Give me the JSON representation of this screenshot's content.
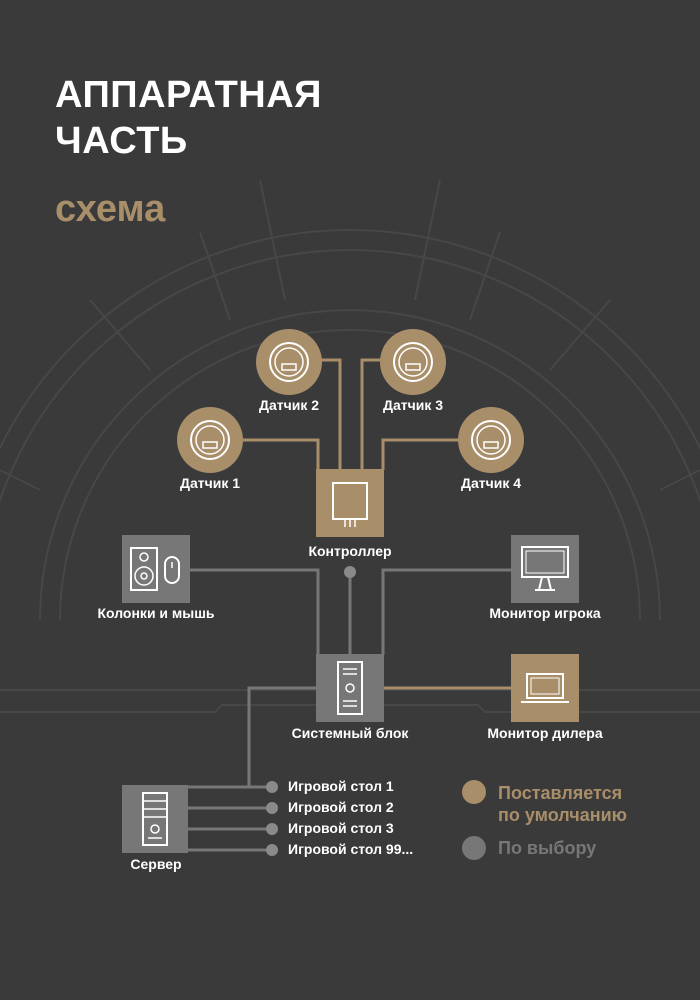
{
  "header": {
    "title_line1": "АППАРАТНАЯ",
    "title_line2": "ЧАСТЬ",
    "subtitle": "схема"
  },
  "colors": {
    "background": "#3a3a3a",
    "default_gold": "#a98e6a",
    "optional_gray": "#777777",
    "text": "#ffffff"
  },
  "nodes": {
    "sensor1": {
      "label": "Датчик 1",
      "icon": "sensor-icon",
      "supply": "default"
    },
    "sensor2": {
      "label": "Датчик 2",
      "icon": "sensor-icon",
      "supply": "default"
    },
    "sensor3": {
      "label": "Датчик 3",
      "icon": "sensor-icon",
      "supply": "default"
    },
    "sensor4": {
      "label": "Датчик 4",
      "icon": "sensor-icon",
      "supply": "default"
    },
    "controller": {
      "label": "Контроллер",
      "icon": "controller-icon",
      "supply": "default"
    },
    "speakers": {
      "label": "Колонки и мышь",
      "icon": "speaker-mouse-icon",
      "supply": "optional"
    },
    "player_monitor": {
      "label": "Монитор игрока",
      "icon": "monitor-icon",
      "supply": "optional"
    },
    "system_unit": {
      "label": "Системный блок",
      "icon": "pc-tower-icon",
      "supply": "optional"
    },
    "dealer_monitor": {
      "label": "Монитор дилера",
      "icon": "laptop-monitor-icon",
      "supply": "default"
    },
    "server": {
      "label": "Сервер",
      "icon": "server-icon",
      "supply": "optional"
    }
  },
  "tables": [
    "Игровой стол 1",
    "Игровой стол 2",
    "Игровой стол 3",
    "Игровой стол 99..."
  ],
  "legend": {
    "default_line1": "Поставляется",
    "default_line2": "по умолчанию",
    "optional": "По выбору"
  }
}
